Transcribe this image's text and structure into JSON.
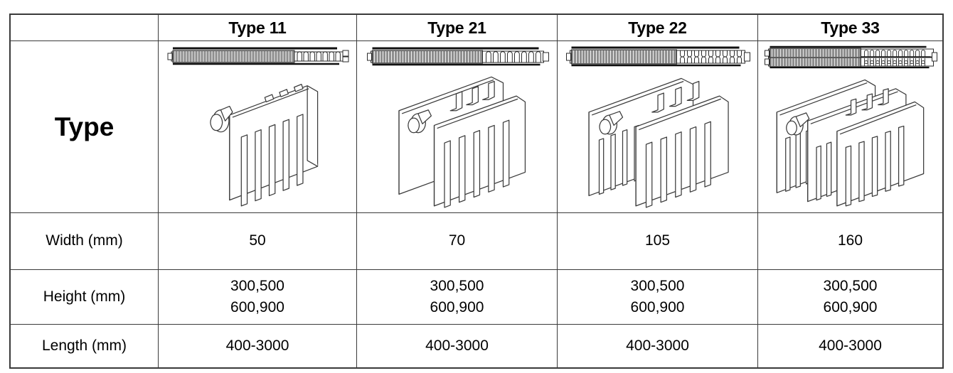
{
  "table": {
    "corner_label": "",
    "row_header_label": "Type",
    "columns": [
      {
        "header": "Type 11",
        "icon": "radiator-type-11-icon",
        "panels": 1,
        "convectors": 1
      },
      {
        "header": "Type 21",
        "icon": "radiator-type-21-icon",
        "panels": 2,
        "convectors": 1
      },
      {
        "header": "Type 22",
        "icon": "radiator-type-22-icon",
        "panels": 2,
        "convectors": 2
      },
      {
        "header": "Type 33",
        "icon": "radiator-type-33-icon",
        "panels": 3,
        "convectors": 3
      }
    ],
    "rows": [
      {
        "label": "Width (mm)",
        "values": [
          "50",
          "70",
          "105",
          "160"
        ]
      },
      {
        "label": "Height (mm)",
        "values_line1": [
          "300,500",
          "300,500",
          "300,500",
          "300,500"
        ],
        "values_line2": [
          "600,900",
          "600,900",
          "600,900",
          "600,900"
        ]
      },
      {
        "label": "Length (mm)",
        "values": [
          "400-3000",
          "400-3000",
          "400-3000",
          "400-3000"
        ]
      }
    ]
  },
  "style": {
    "border_color": "#3a3a3a",
    "text_color": "#000000",
    "background": "#ffffff",
    "art_line_color": "#2b2b2b",
    "art_fill_color": "#9a9a9a"
  }
}
